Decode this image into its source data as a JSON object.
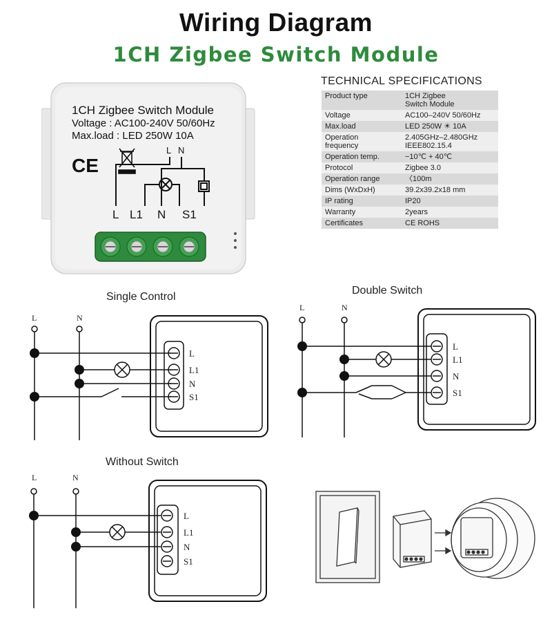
{
  "header": {
    "title": "Wiring Diagram",
    "subtitle": "1CH Zigbee Switch Module"
  },
  "module_photo": {
    "line1": "1CH Zigbee Switch Module",
    "line2": "Voltage : AC100-240V 50/60Hz",
    "line3": "Max.load : LED 250W  10A",
    "ce_mark": "CE",
    "top_l": "L",
    "top_n": "N",
    "pin_l": "L",
    "pin_l1": "L1",
    "pin_n": "N",
    "pin_s1": "S1",
    "terminal_color": "#2e8b3d"
  },
  "specs": {
    "heading": "TECHNICAL SPECIFICATIONS",
    "rows": [
      {
        "key": "Product type",
        "value": "1CH Zigbee\nSwitch Module"
      },
      {
        "key": "Voltage",
        "value": "AC100–240V 50/60Hz"
      },
      {
        "key": "Max.load",
        "value": "LED 250W  ☀ 10A"
      },
      {
        "key": "Operation\nfrequency",
        "value": "2.405GHz–2.480GHz\nIEEE802.15.4"
      },
      {
        "key": "Operation temp.",
        "value": "−10℃ + 40℃"
      },
      {
        "key": "Protocol",
        "value": "Zigbee  3.0"
      },
      {
        "key": "Operation range",
        "value": "〈100m"
      },
      {
        "key": "Dims (WxDxH)",
        "value": "39.2x39.2x18 mm"
      },
      {
        "key": "IP rating",
        "value": "IP20"
      },
      {
        "key": "Warranty",
        "value": "2years"
      },
      {
        "key": "Certificates",
        "value": "CE ROHS"
      }
    ]
  },
  "diagrams": {
    "single": {
      "title": "Single Control",
      "line_l": "L",
      "line_n": "N",
      "pins": [
        "L",
        "L1",
        "N",
        "S1"
      ]
    },
    "double": {
      "title": "Double Switch",
      "line_l": "L",
      "line_n": "N",
      "pins": [
        "L",
        "L1",
        "N",
        "S1"
      ]
    },
    "without": {
      "title": "Without Switch",
      "line_l": "L",
      "line_n": "N",
      "pins": [
        "L",
        "L1",
        "N",
        "S1"
      ]
    }
  }
}
